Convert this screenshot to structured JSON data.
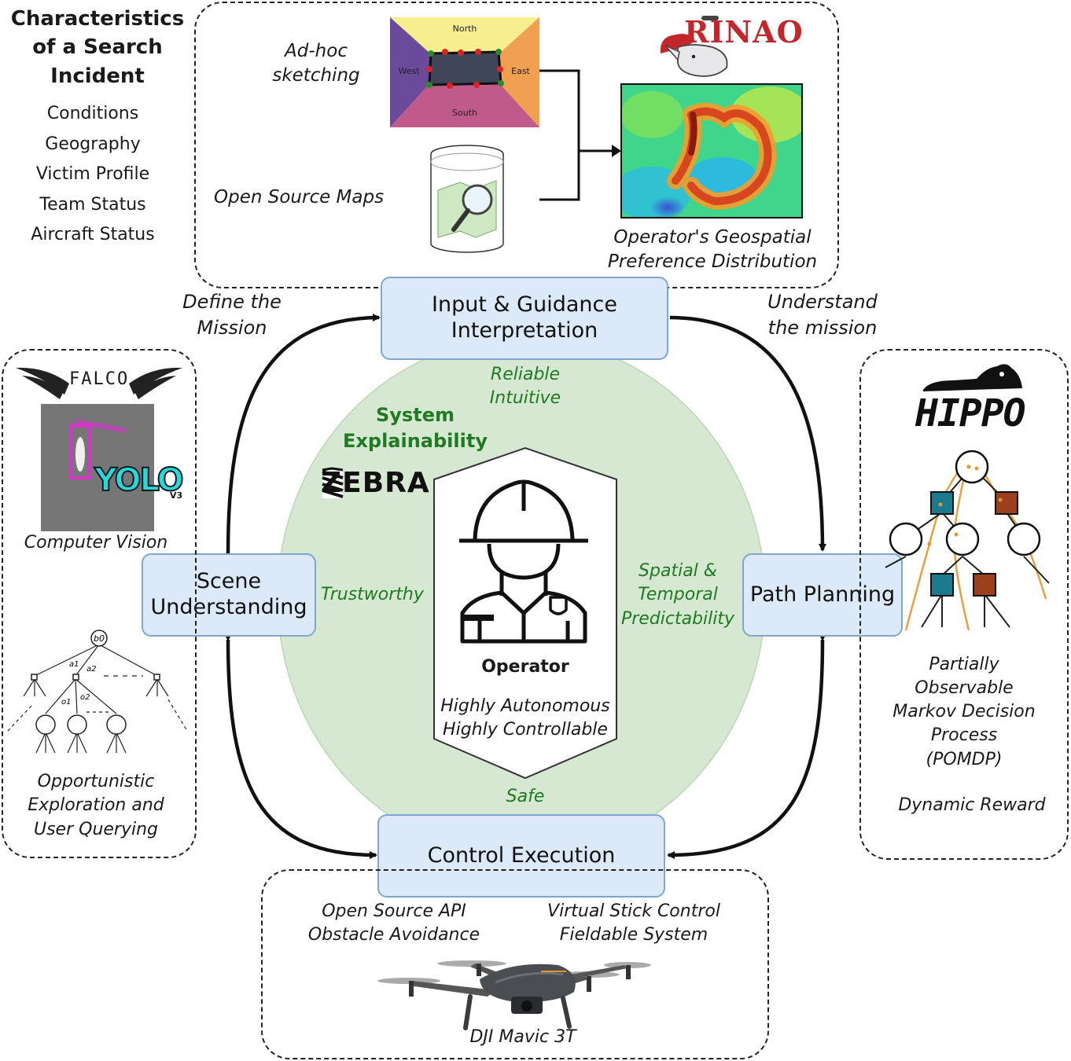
{
  "characteristics": {
    "title_lines": [
      "Characteristics",
      "of a Search",
      "Incident"
    ],
    "items": [
      "Conditions",
      "Geography",
      "Victim Profile",
      "Team Status",
      "Aircraft Status"
    ]
  },
  "input_panel": {
    "adhoc_lines": [
      "Ad-hoc",
      "sketching"
    ],
    "osm_label": "Open Source Maps",
    "sketch_regions": {
      "north": "North",
      "south": "South",
      "east": "East",
      "west": "West"
    },
    "rinao_logo": "RINAO",
    "pref_lines": [
      "Operator's Geospatial",
      "Preference Distribution"
    ]
  },
  "nodes": {
    "input": [
      "Input & Guidance",
      "Interpretation"
    ],
    "scene": [
      "Scene",
      "Understanding"
    ],
    "path": "Path Planning",
    "control": "Control Execution"
  },
  "arrow_labels": {
    "define": [
      "Define the",
      "Mission"
    ],
    "understand": [
      "Understand",
      "the mission"
    ]
  },
  "explainability": {
    "title_lines": [
      "System",
      "Explainability"
    ],
    "zebra_logo": "ZEBRA",
    "reliable": "Reliable",
    "intuitive": "Intuitive",
    "trustworthy": "Trustworthy",
    "spatial_lines": [
      "Spatial &",
      "Temporal",
      "Predictability"
    ],
    "safe": "Safe"
  },
  "operator": {
    "label": "Operator",
    "lines": [
      "Highly Autonomous",
      "Highly Controllable"
    ]
  },
  "vision_panel": {
    "falco_logo": "FALCO",
    "yolo_logo": "YOLO",
    "yolo_version": "V3",
    "cv_label": "Computer Vision",
    "tree_labels": {
      "root": "b0",
      "a1": "a1",
      "a2": "a2",
      "o1": "o1",
      "o2": "o2"
    },
    "explore_lines": [
      "Opportunistic",
      "Exploration and",
      "User Querying"
    ]
  },
  "planning_panel": {
    "hippo_logo": "HIPPO",
    "pomdp_lines": [
      "Partially",
      "Observable",
      "Markov Decision",
      "Process",
      "(POMDP)"
    ],
    "reward_label": "Dynamic Reward"
  },
  "drone_panel": {
    "left_lines": [
      "Open Source API",
      "Obstacle Avoidance"
    ],
    "right_lines": [
      "Virtual Stick Control",
      "Fieldable System"
    ],
    "drone_label": "DJI Mavic 3T"
  },
  "colors": {
    "node_fill": "#dce9f8",
    "node_border": "#7fa6cf",
    "ellipse_fill": "#d6e8d2",
    "explain_text": "#1f7a22"
  }
}
